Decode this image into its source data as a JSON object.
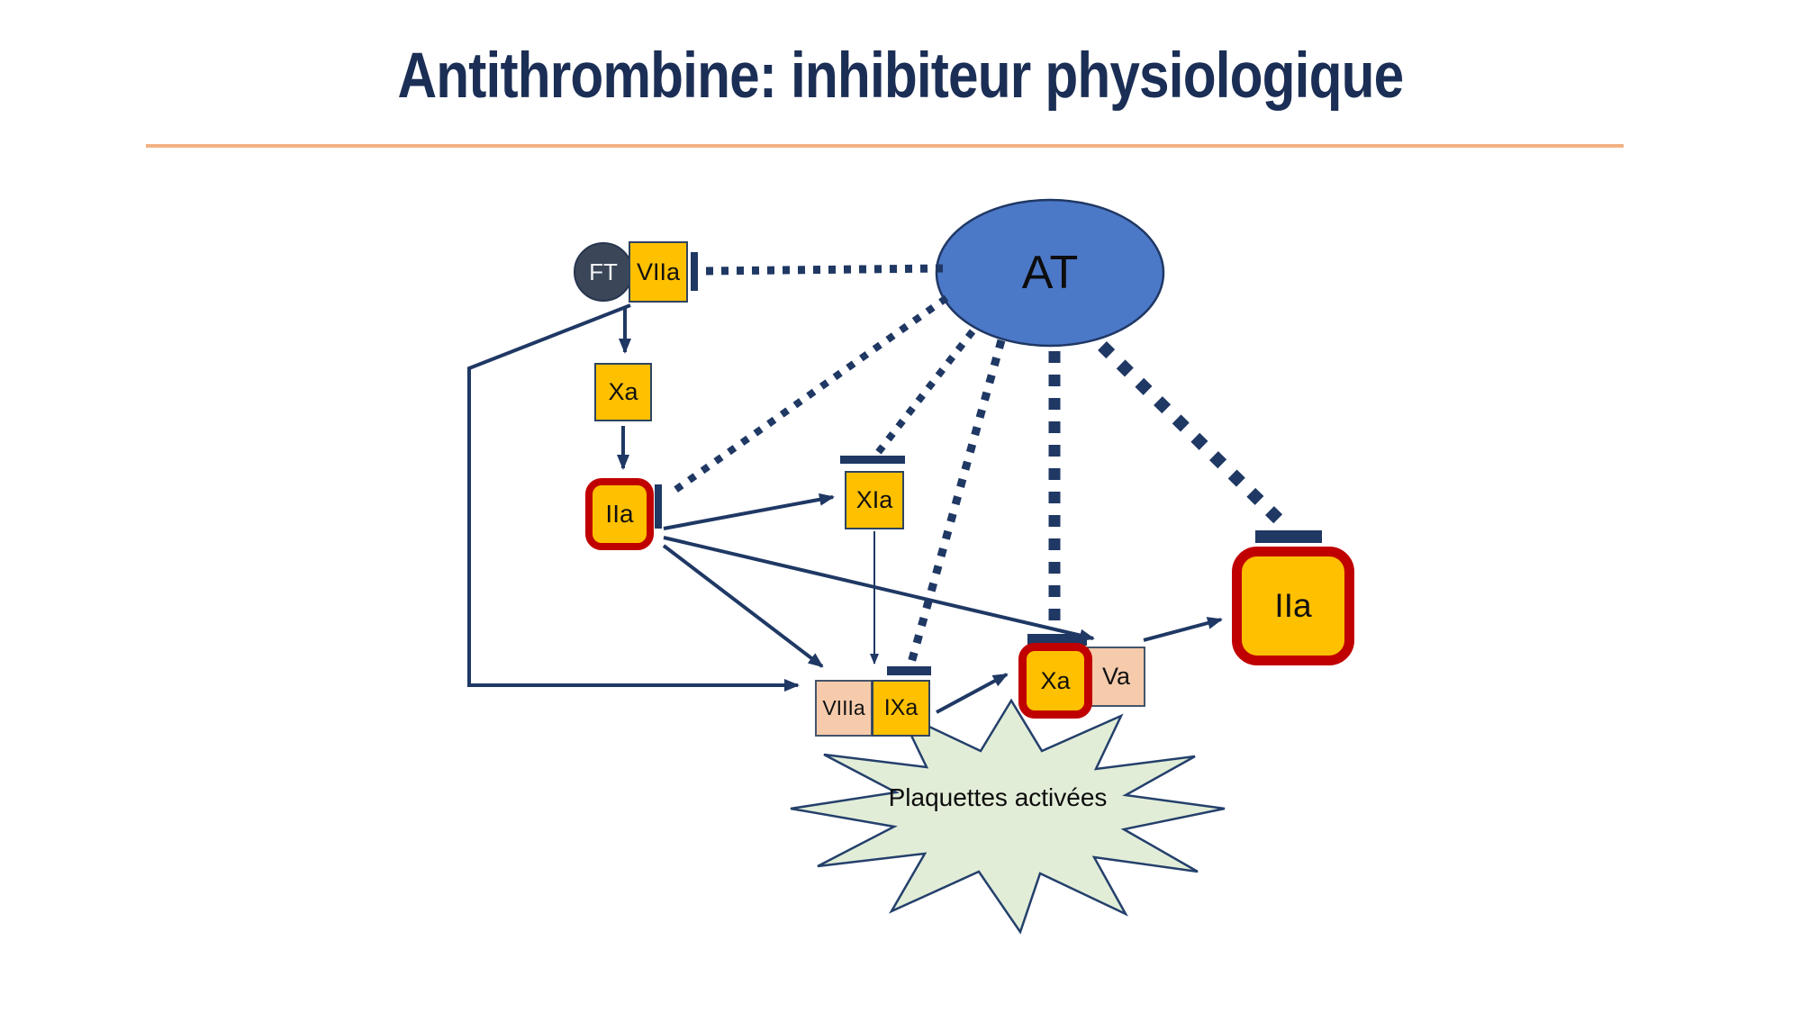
{
  "slide": {
    "title": "Antithrombine: inhibiteur physiologique"
  },
  "nodes": {
    "at": "AT",
    "ft": "FT",
    "viia": "VIIa",
    "xa_initiation": "Xa",
    "iia_initiation": "IIa",
    "xia": "XIa",
    "viiia": "VIIIa",
    "ixa": "IXa",
    "xa_amplification": "Xa",
    "va": "Va",
    "iia_amplification": "IIa",
    "platelets": "Plaquettes activées"
  },
  "palette": {
    "line_navy": "#1F3864",
    "title_navy": "#1B2E55",
    "factor_yellow": "#FFC000",
    "cofactor_pink": "#F5CBAC",
    "highlight_red": "#C00000",
    "antithrombin_blue": "#4C78C8",
    "platelet_green": "#E2EDD8",
    "divider_orange": "#F2B183",
    "tissue_factor_slate": "#3B4758"
  }
}
